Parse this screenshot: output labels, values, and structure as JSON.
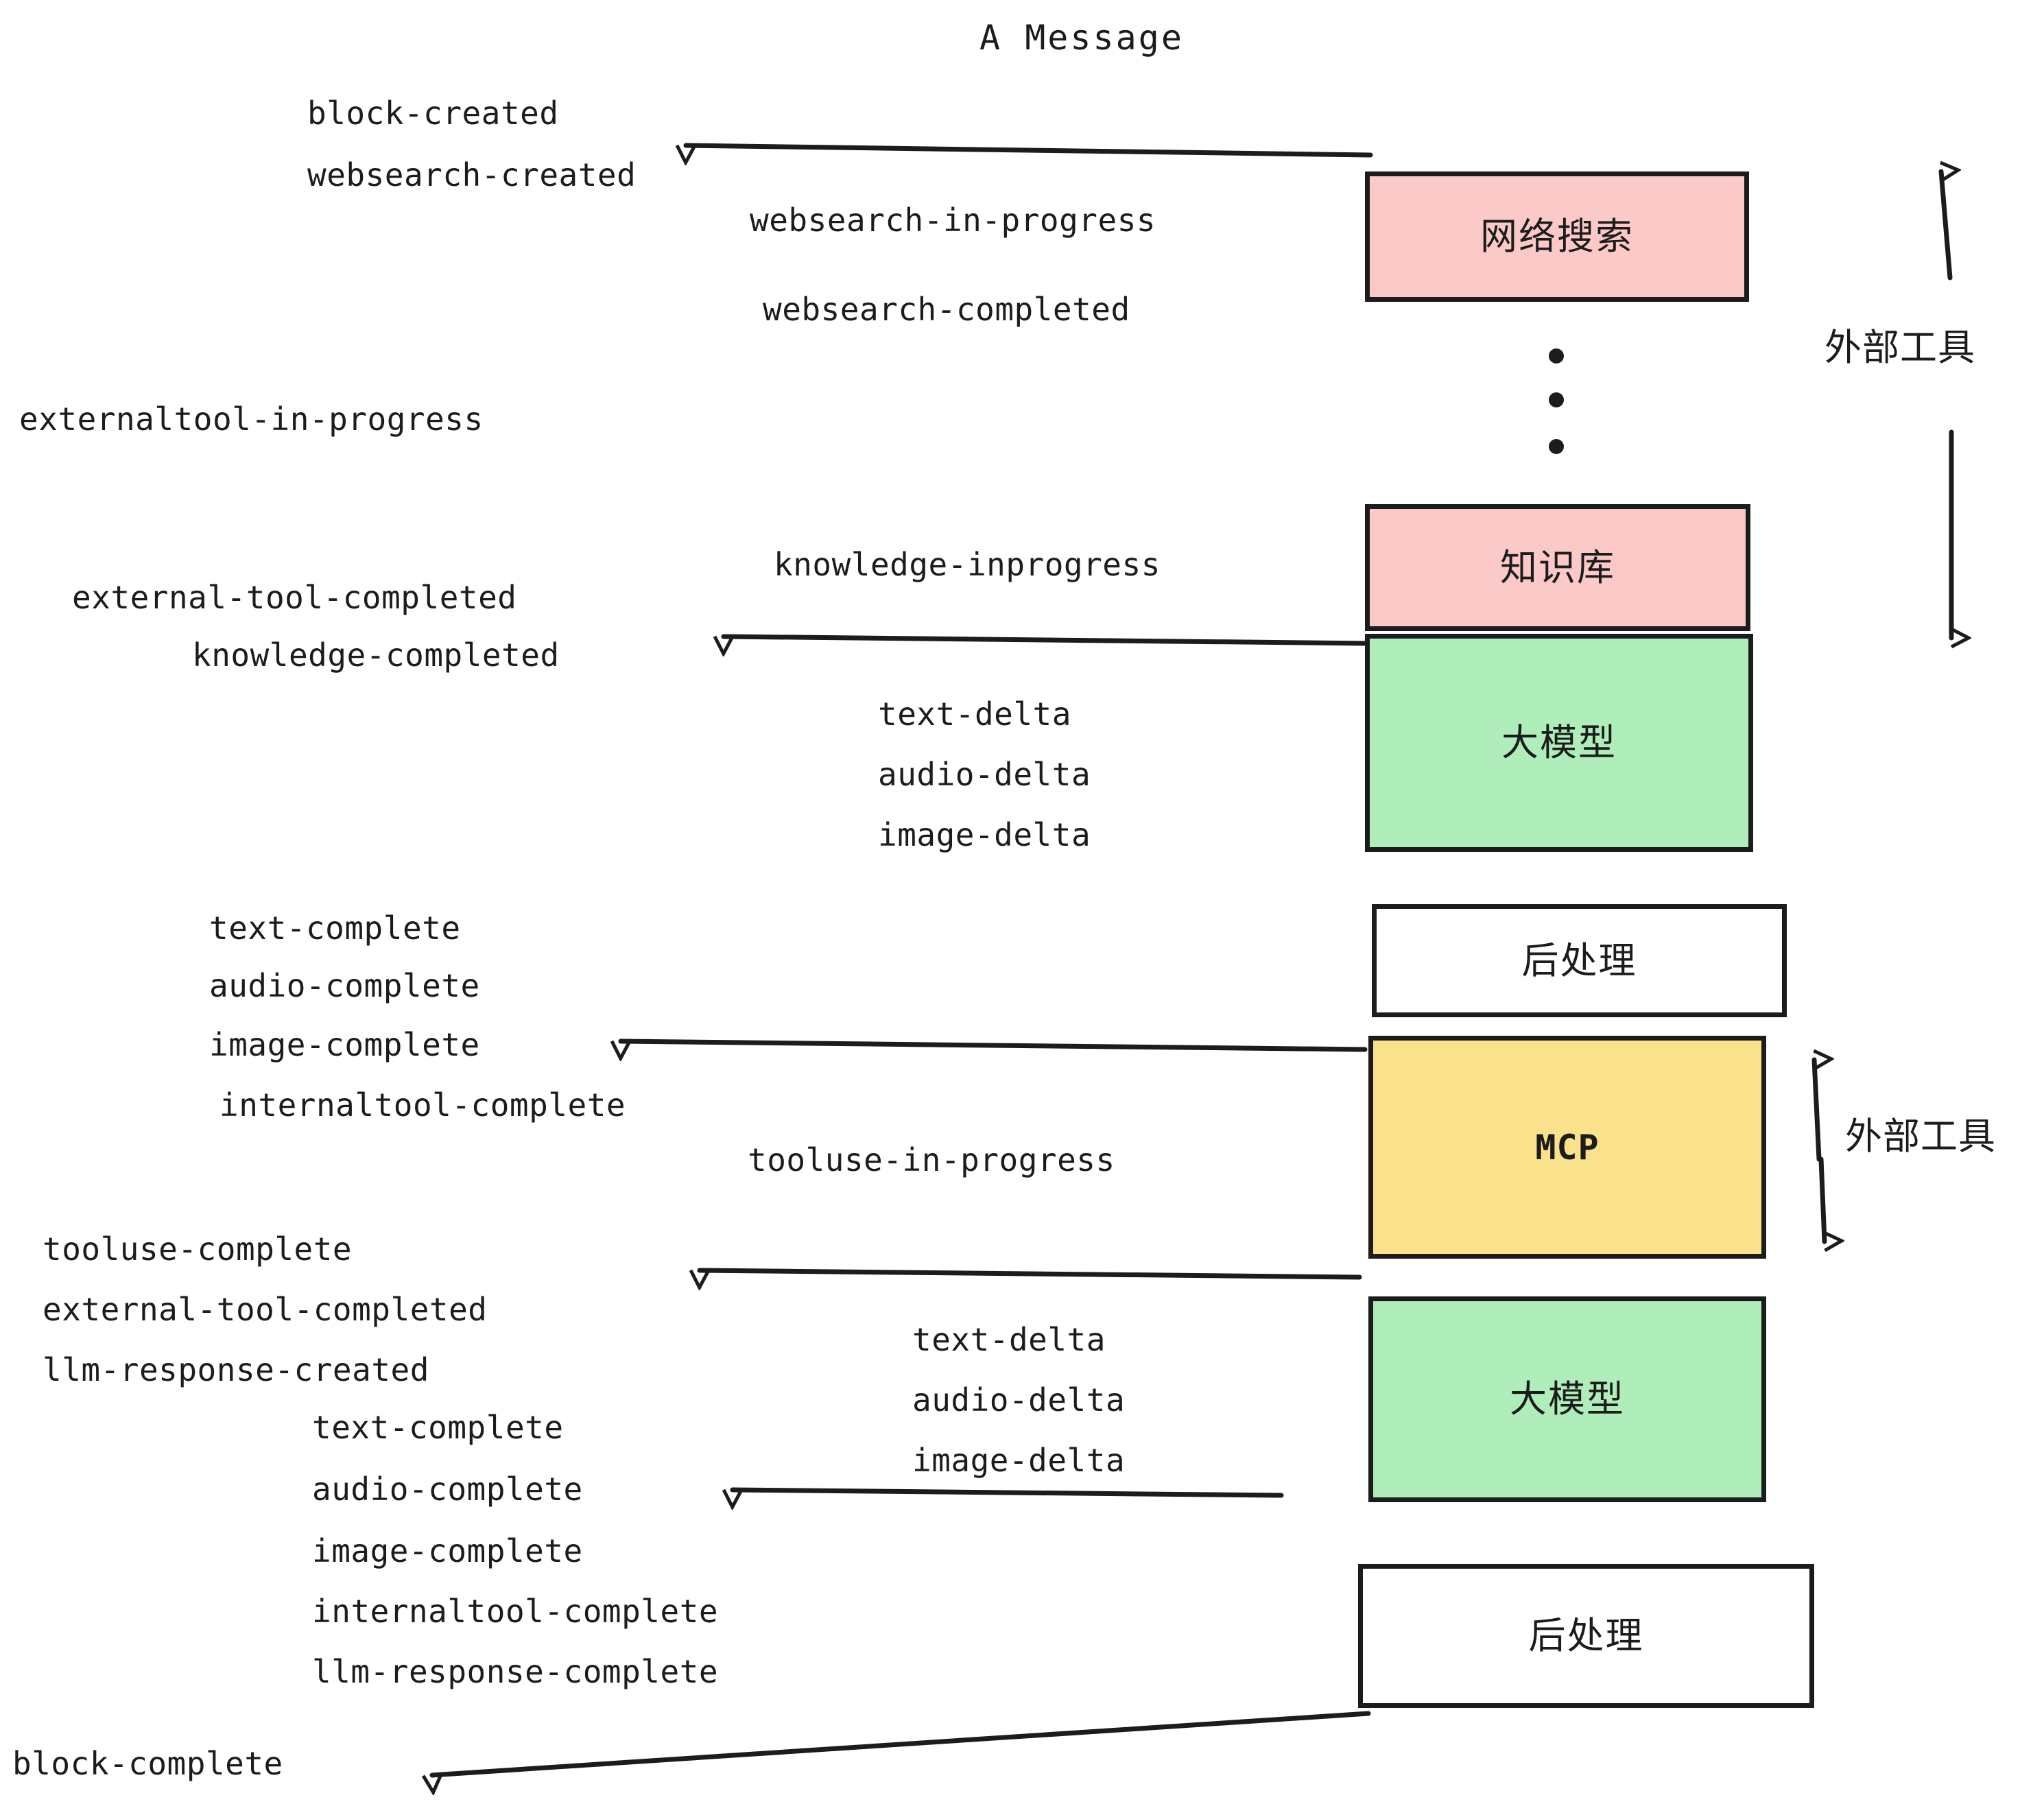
{
  "title": "A Message",
  "colors": {
    "pink": "#FCC9C9",
    "green": "#AFEEBB",
    "yellow": "#FAE28C",
    "white": "#FFFFFF",
    "stroke": "#1C1C1C",
    "background": "#FFFFFF"
  },
  "nodes": [
    {
      "id": "websearch",
      "label": "网络搜索",
      "fill": "#FCC9C9",
      "kind": "cjk"
    },
    {
      "id": "knowledge",
      "label": "知识库",
      "fill": "#FCC9C9",
      "kind": "cjk"
    },
    {
      "id": "llm-1",
      "label": "大模型",
      "fill": "#AFEEBB",
      "kind": "cjk"
    },
    {
      "id": "postprocess-1",
      "label": "后处理",
      "fill": "#FFFFFF",
      "kind": "cjk"
    },
    {
      "id": "mcp",
      "label": "MCP",
      "fill": "#FAE28C",
      "kind": "latin"
    },
    {
      "id": "llm-2",
      "label": "大模型",
      "fill": "#AFEEBB",
      "kind": "cjk"
    },
    {
      "id": "postprocess-2",
      "label": "后处理",
      "fill": "#FFFFFF",
      "kind": "cjk"
    }
  ],
  "side_labels": [
    {
      "id": "external-tool-top",
      "text": "外部工具"
    },
    {
      "id": "external-tool-bottom",
      "text": "外部工具"
    }
  ],
  "events": [
    {
      "id": "block-created",
      "text": "block-created"
    },
    {
      "id": "websearch-created",
      "text": "websearch-created"
    },
    {
      "id": "websearch-in-progress",
      "text": "websearch-in-progress"
    },
    {
      "id": "websearch-completed",
      "text": "websearch-completed"
    },
    {
      "id": "externaltool-in-progress",
      "text": "externaltool-in-progress"
    },
    {
      "id": "knowledge-inprogress",
      "text": "knowledge-inprogress"
    },
    {
      "id": "external-tool-completed-1",
      "text": "external-tool-completed"
    },
    {
      "id": "knowledge-completed",
      "text": "knowledge-completed"
    },
    {
      "id": "text-delta-1",
      "text": "text-delta"
    },
    {
      "id": "audio-delta-1",
      "text": "audio-delta"
    },
    {
      "id": "image-delta-1",
      "text": "image-delta"
    },
    {
      "id": "text-complete-1",
      "text": "text-complete"
    },
    {
      "id": "audio-complete-1",
      "text": "audio-complete"
    },
    {
      "id": "image-complete-1",
      "text": "image-complete"
    },
    {
      "id": "internaltool-complete-1",
      "text": "internaltool-complete"
    },
    {
      "id": "tooluse-in-progress",
      "text": "tooluse-in-progress"
    },
    {
      "id": "tooluse-complete",
      "text": "tooluse-complete"
    },
    {
      "id": "external-tool-completed-2",
      "text": "external-tool-completed"
    },
    {
      "id": "llm-response-created",
      "text": "llm-response-created"
    },
    {
      "id": "text-delta-2",
      "text": "text-delta"
    },
    {
      "id": "audio-delta-2",
      "text": "audio-delta"
    },
    {
      "id": "image-delta-2",
      "text": "image-delta"
    },
    {
      "id": "text-complete-2",
      "text": "text-complete"
    },
    {
      "id": "audio-complete-2",
      "text": "audio-complete"
    },
    {
      "id": "image-complete-2",
      "text": "image-complete"
    },
    {
      "id": "internaltool-complete-2",
      "text": "internaltool-complete"
    },
    {
      "id": "llm-response-complete",
      "text": "llm-response-complete"
    },
    {
      "id": "block-complete",
      "text": "block-complete"
    }
  ]
}
